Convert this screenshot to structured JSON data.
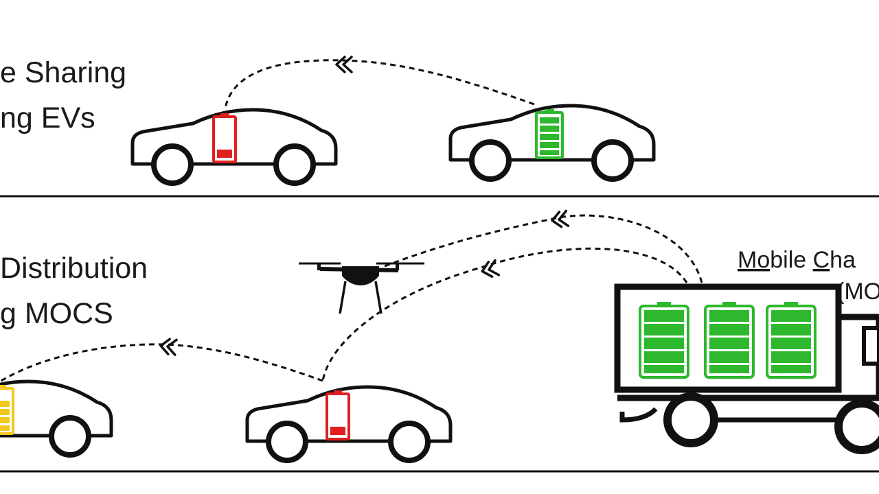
{
  "panels": {
    "top": {
      "line1": "e Sharing",
      "line2": "ng EVs"
    },
    "bottom": {
      "line1": " Distribution",
      "line2": "g MOCS"
    }
  },
  "mocs": {
    "line1_u1": "Mo",
    "line1_rest1": "bile ",
    "line1_u2": "C",
    "line1_rest2": "ha",
    "line2": "(MO"
  },
  "colors": {
    "line": "#111111",
    "battery_low": "#e02020",
    "battery_full": "#2db82d",
    "battery_mid": "#f2c81c"
  },
  "icons": {
    "vehicle": "ev-car-icon",
    "truck": "mobile-charging-truck-icon",
    "drone": "drone-icon",
    "battery": "battery-icon",
    "arrow": "double-chevron-icon"
  },
  "battery_levels": {
    "top_left_ev": 0.15,
    "top_right_ev": 1.0,
    "bottom_left_ev": 0.8,
    "bottom_middle_ev": 0.15,
    "truck_pack_1": 1.0,
    "truck_pack_2": 1.0,
    "truck_pack_3": 1.0
  }
}
